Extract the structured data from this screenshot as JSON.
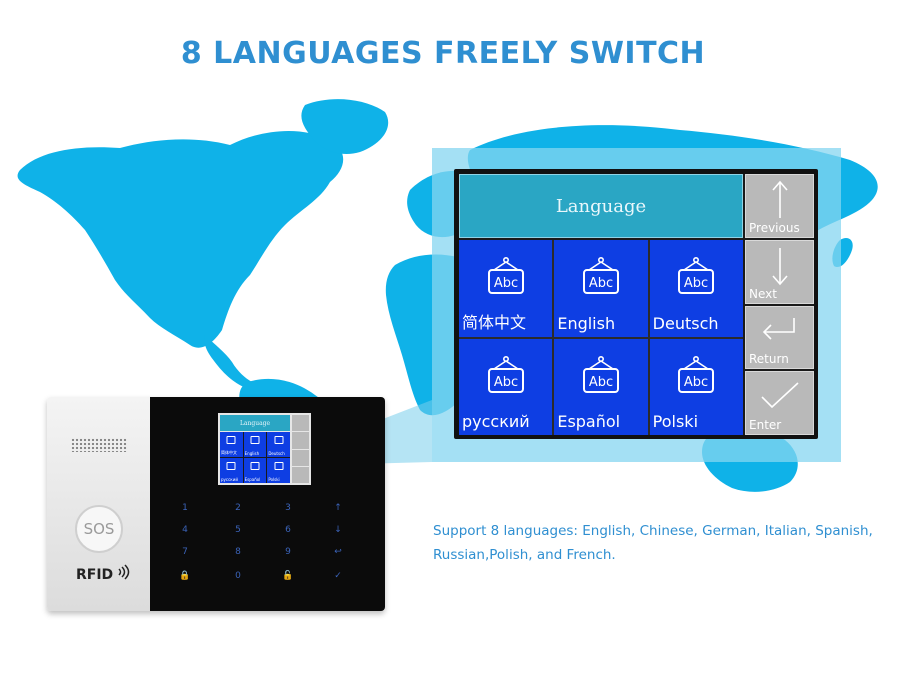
{
  "headline": "8 LANGUAGES FREELY SWITCH",
  "screen": {
    "title": "Language",
    "languages": [
      {
        "label": "简体中文"
      },
      {
        "label": "English"
      },
      {
        "label": "Deutsch"
      },
      {
        "label": "русский"
      },
      {
        "label": "Español"
      },
      {
        "label": "Polski"
      }
    ],
    "icon_text": "Abc",
    "side_buttons": [
      {
        "label": "Previous",
        "icon": "arrow-up-icon"
      },
      {
        "label": "Next",
        "icon": "arrow-down-icon"
      },
      {
        "label": "Return",
        "icon": "return-icon"
      },
      {
        "label": "Enter",
        "icon": "checkmark-icon"
      }
    ]
  },
  "device": {
    "sos_label": "SOS",
    "rfid_label": "RFID",
    "keypad_keys": [
      "1",
      "2",
      "3",
      "↑",
      "4",
      "5",
      "6",
      "↓",
      "7",
      "8",
      "9",
      "↩",
      "🔒",
      "0",
      "🔓",
      "✓"
    ]
  },
  "support_text": "Support 8 languages: English, Chinese, German, Italian, Spanish, Russian,Polish, and French.",
  "colors": {
    "accent": "#2f8fd1",
    "map": "#0fb2e8",
    "tile": "#0e3ee3",
    "header": "#2aa6c4",
    "side_button": "#b9b9b9"
  }
}
